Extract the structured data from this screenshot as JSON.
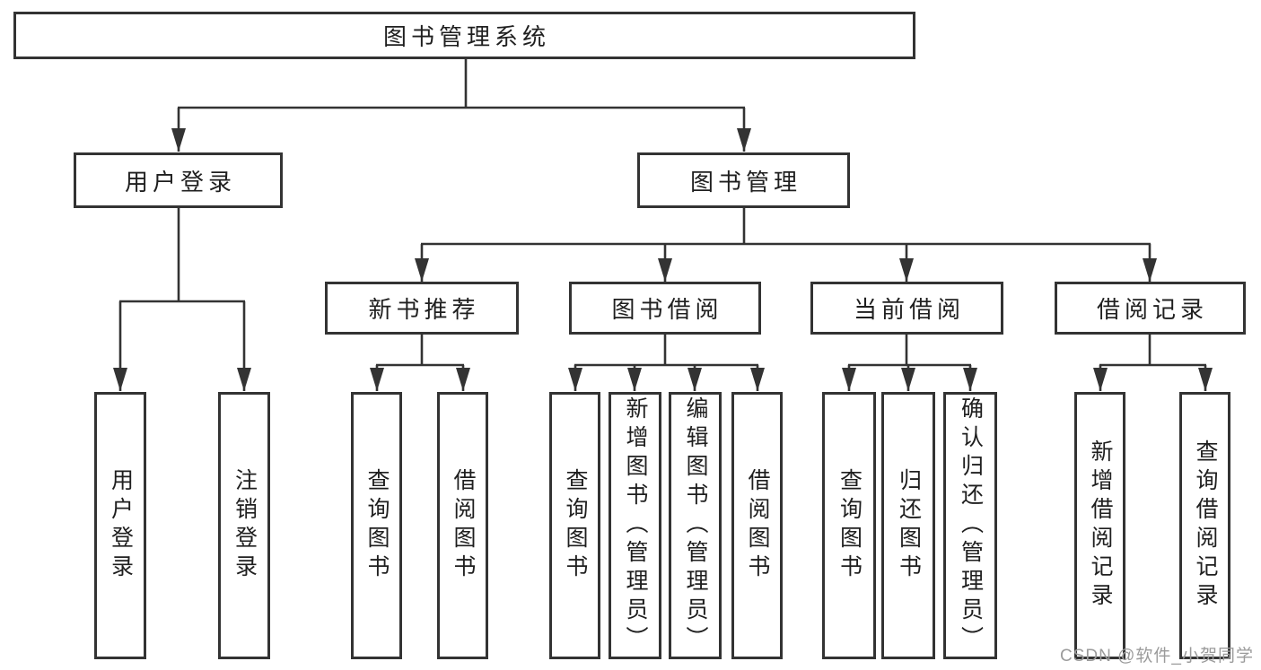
{
  "diagram": {
    "root": {
      "label": "图书管理系统"
    },
    "branches": [
      {
        "label": "用户登录",
        "children": [
          {
            "label": "用户登录"
          },
          {
            "label": "注销登录"
          }
        ]
      },
      {
        "label": "图书管理",
        "children": [
          {
            "label": "新书推荐",
            "children": [
              {
                "label": "查询图书"
              },
              {
                "label": "借阅图书"
              }
            ]
          },
          {
            "label": "图书借阅",
            "children": [
              {
                "label": "查询图书"
              },
              {
                "label": "新增图书（管理员）"
              },
              {
                "label": "编辑图书（管理员）"
              },
              {
                "label": "借阅图书"
              }
            ]
          },
          {
            "label": "当前借阅",
            "children": [
              {
                "label": "查询图书"
              },
              {
                "label": "归还图书"
              },
              {
                "label": "确认归还（管理员）"
              }
            ]
          },
          {
            "label": "借阅记录",
            "children": [
              {
                "label": "新增借阅记录"
              },
              {
                "label": "查询借阅记录"
              }
            ]
          }
        ]
      }
    ]
  },
  "watermark": {
    "text": "CSDN @软件_小贺同学"
  },
  "colors": {
    "line": "#333333",
    "box_border": "#333333",
    "text": "#1f1f1f",
    "background": "#ffffff",
    "watermark_color": "#9b9b9b"
  }
}
